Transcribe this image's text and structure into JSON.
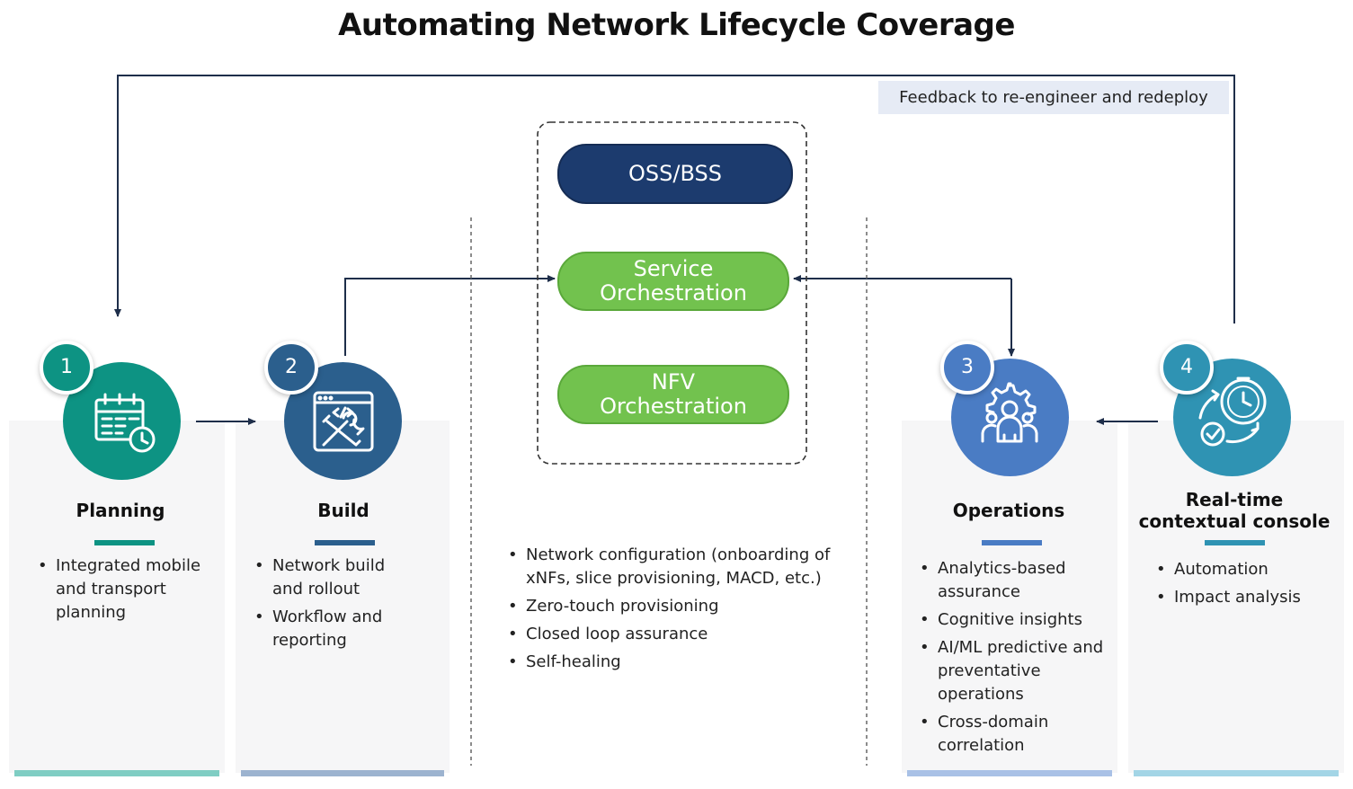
{
  "title": "Automating Network Lifecycle Coverage",
  "feedback_label": "Feedback to re-engineer and redeploy",
  "center": {
    "oss_bss": "OSS/BSS",
    "service_orchestration": [
      "Service",
      "Orchestration"
    ],
    "nfv_orchestration": [
      "NFV",
      "Orchestration"
    ],
    "bullets": [
      [
        "Network configuration (onboarding of",
        "xNFs, slice provisioning, MACD, etc.)"
      ],
      [
        "Zero-touch provisioning"
      ],
      [
        "Closed loop assurance"
      ],
      [
        "Self-healing"
      ]
    ]
  },
  "stages": [
    {
      "number": "1",
      "title": "Planning",
      "icon": "calendar-clock-icon",
      "color": "#0d9383",
      "bar_color": "#7fcdc3",
      "bullets": [
        [
          "Integrated mobile",
          "and transport",
          "planning"
        ]
      ]
    },
    {
      "number": "2",
      "title": "Build",
      "icon": "code-tools-icon",
      "color": "#2b5f8d",
      "bar_color": "#9cb3cf",
      "bullets": [
        [
          "Network build",
          "and rollout"
        ],
        [
          "Workflow and",
          "reporting"
        ]
      ]
    },
    {
      "number": "3",
      "title": "Operations",
      "icon": "gear-team-icon",
      "color": "#4a7cc4",
      "bar_color": "#a9c1e6",
      "bullets": [
        [
          "Analytics-based",
          "assurance"
        ],
        [
          "Cognitive insights"
        ],
        [
          "AI/ML predictive and",
          "preventative",
          "operations"
        ],
        [
          "Cross-domain",
          "correlation"
        ]
      ]
    },
    {
      "number": "4",
      "title": [
        "Real-time",
        "contextual console"
      ],
      "icon": "clock-check-cycle-icon",
      "color": "#2f93b3",
      "bar_color": "#a3d5e6",
      "bullets": [
        [
          "Automation"
        ],
        [
          "Impact analysis"
        ]
      ]
    }
  ],
  "colors": {
    "oss_bss": "#1c3b6e",
    "green": "#72c24e",
    "line": "#1e2e4a"
  }
}
